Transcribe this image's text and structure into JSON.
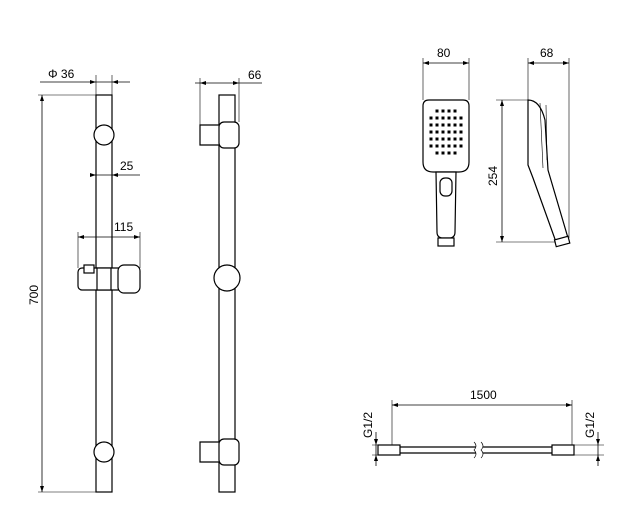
{
  "drawing": {
    "dimensions": {
      "rail_diameter": "Φ 36",
      "rail_depth": "66",
      "rail_height": "700",
      "rail_offset": "25",
      "holder_width": "115",
      "head_width": "80",
      "head_depth": "68",
      "head_length": "254",
      "hose_length": "1500",
      "hose_thread_left": "G1/2",
      "hose_thread_right": "G1/2"
    },
    "colors": {
      "line": "#000000",
      "background": "#ffffff"
    }
  }
}
